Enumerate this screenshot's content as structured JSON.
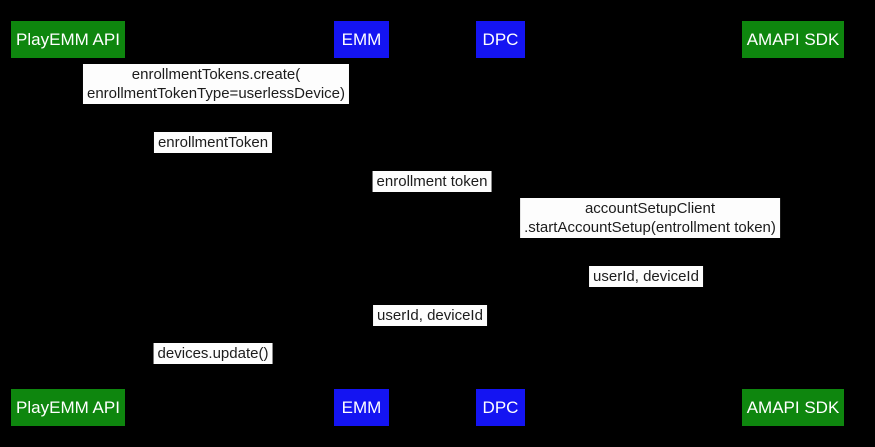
{
  "colors": {
    "background": "#000000",
    "green_actor": "#0e860e",
    "blue_actor": "#1414f2",
    "label_background": "#fdfdfd",
    "label_text": "#1c1c1c",
    "actor_text": "#ffffff"
  },
  "actors": [
    {
      "id": "playemm-api",
      "label": "PlayEMM API",
      "color": "#0e860e"
    },
    {
      "id": "emm",
      "label": "EMM",
      "color": "#1414f2"
    },
    {
      "id": "dpc",
      "label": "DPC",
      "color": "#1414f2"
    },
    {
      "id": "amapi-sdk",
      "label": "AMAPI SDK",
      "color": "#0e860e"
    }
  ],
  "messages": [
    {
      "lines": [
        "enrollmentTokens.create(",
        "enrollmentTokenType=userlessDevice)"
      ]
    },
    {
      "lines": [
        "enrollmentToken"
      ]
    },
    {
      "lines": [
        "enrollment token"
      ]
    },
    {
      "lines": [
        "accountSetupClient",
        ".startAccountSetup(entrollment token)"
      ]
    },
    {
      "lines": [
        "userId, deviceId"
      ]
    },
    {
      "lines": [
        "userId, deviceId"
      ]
    },
    {
      "lines": [
        "devices.update()"
      ]
    }
  ]
}
